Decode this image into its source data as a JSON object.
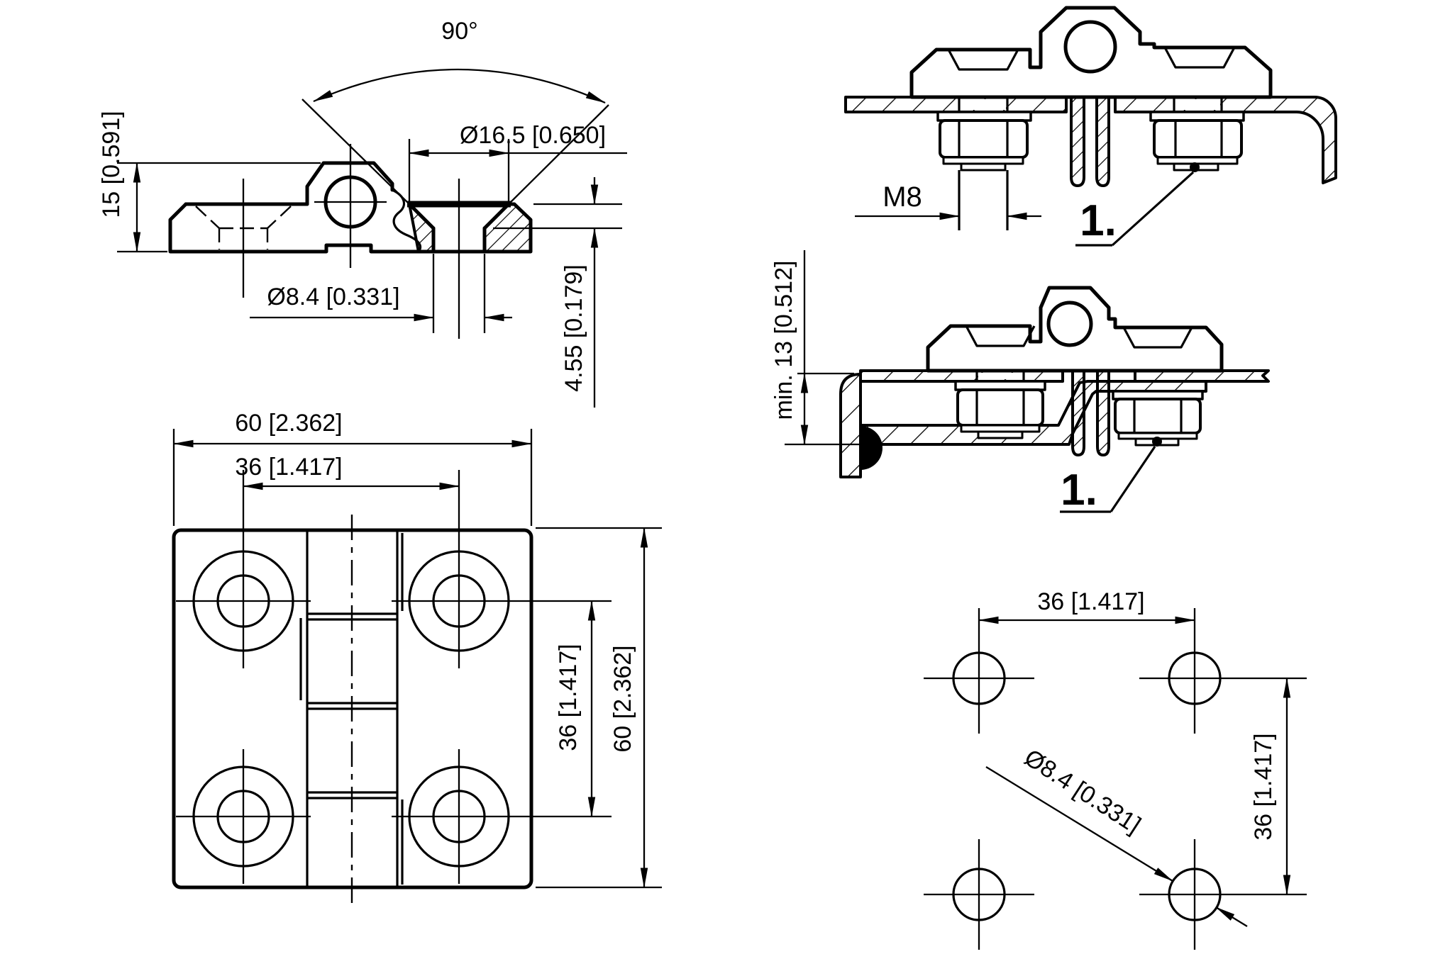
{
  "document": {
    "type": "technical-drawing",
    "part": "screw-on hinge 60x60"
  },
  "colors": {
    "ink": "#000000",
    "paper": "#ffffff"
  },
  "side_view": {
    "height_label": "15 [0.591]",
    "angle_label": "90°",
    "countersink_dia_label": "Ø16.5 [0.650]",
    "hole_dia_label": "Ø8.4 [0.331]",
    "countersink_depth_label": "4.55 [0.179]"
  },
  "front_view": {
    "width_label": "60 [2.362]",
    "hole_spacing_h_label": "36 [1.417]",
    "hole_spacing_v_label": "36 [1.417]",
    "height_label": "60 [2.362]"
  },
  "mount_top_view": {
    "thread_label": "M8",
    "note_label": "1."
  },
  "mount_side_view": {
    "clearance_label": "min. 13 [0.512]",
    "note_label": "1."
  },
  "hole_pattern_view": {
    "spacing_h_label": "36 [1.417]",
    "spacing_v_label": "36 [1.417]",
    "hole_dia_label": "Ø8.4 [0.331]"
  }
}
